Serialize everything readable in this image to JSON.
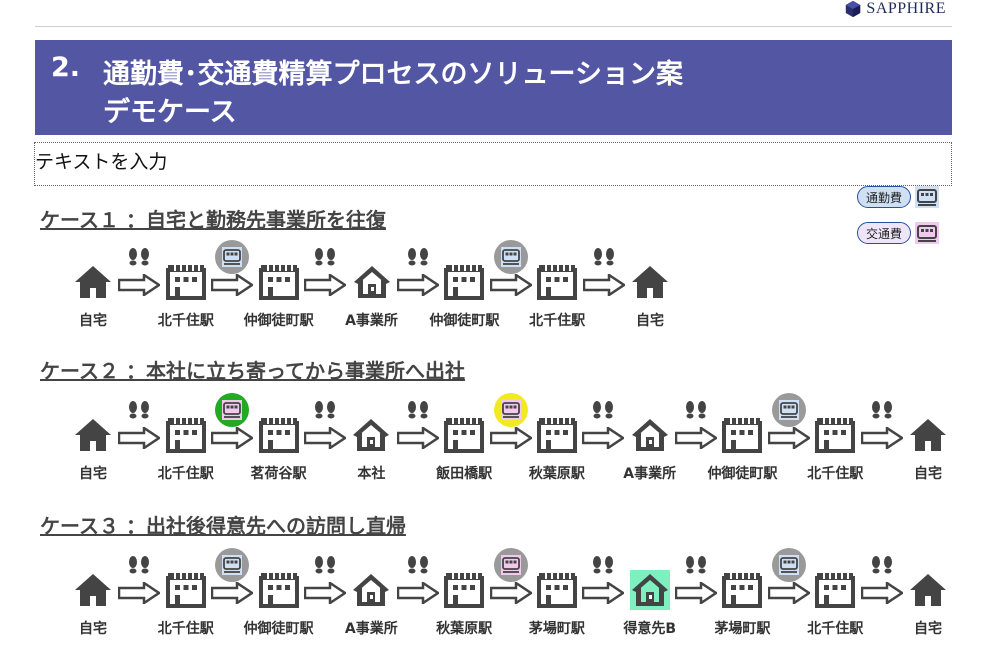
{
  "brand": {
    "name": "SAPPHIRE"
  },
  "banner": {
    "number": "2.",
    "title_line1": "通勤費･交通費精算プロセスのソリューション案",
    "title_line2": "デモケース"
  },
  "textbox": {
    "text": "テキストを入力"
  },
  "legend": [
    {
      "label": "通勤費",
      "fill": "#cfe0f5",
      "icon_bg": "#cfe0f5"
    },
    {
      "label": "交通費",
      "fill": "#eee6f8",
      "icon_bg": "#f1c8ee"
    }
  ],
  "colors": {
    "icon": "#444444",
    "banner": "#5356a3",
    "ring_gray": "#9a9a9a",
    "ring_green": "#22aa22",
    "ring_yellow": "#f2ea20",
    "commute_bg": "#cfe0f5",
    "travel_bg": "#f1c8ee",
    "client_bg": "#7ef0c0"
  },
  "cases": [
    {
      "heading": "ケース１ ：自宅と勤務先事業所を往復",
      "stops": [
        {
          "type": "house",
          "label": "自宅"
        },
        {
          "type": "station",
          "label": "北千住駅"
        },
        {
          "type": "station",
          "label": "仲御徒町駅"
        },
        {
          "type": "office",
          "label": "A事業所"
        },
        {
          "type": "station",
          "label": "仲御徒町駅"
        },
        {
          "type": "station",
          "label": "北千住駅"
        },
        {
          "type": "house",
          "label": "自宅"
        }
      ],
      "segments": [
        {
          "mode": "walk"
        },
        {
          "mode": "train",
          "fare": "commute",
          "ring": "gray"
        },
        {
          "mode": "walk"
        },
        {
          "mode": "walk"
        },
        {
          "mode": "train",
          "fare": "commute",
          "ring": "gray"
        },
        {
          "mode": "walk"
        }
      ]
    },
    {
      "heading": "ケース２ ：本社に立ち寄ってから事業所へ出社",
      "stops": [
        {
          "type": "house",
          "label": "自宅"
        },
        {
          "type": "station",
          "label": "北千住駅"
        },
        {
          "type": "station",
          "label": "茗荷谷駅"
        },
        {
          "type": "office",
          "label": "本社"
        },
        {
          "type": "station",
          "label": "飯田橋駅"
        },
        {
          "type": "station",
          "label": "秋葉原駅"
        },
        {
          "type": "office",
          "label": "A事業所"
        },
        {
          "type": "station",
          "label": "仲御徒町駅"
        },
        {
          "type": "station",
          "label": "北千住駅"
        },
        {
          "type": "house",
          "label": "自宅"
        }
      ],
      "segments": [
        {
          "mode": "walk"
        },
        {
          "mode": "train",
          "fare": "travel",
          "ring": "green"
        },
        {
          "mode": "walk"
        },
        {
          "mode": "walk"
        },
        {
          "mode": "train",
          "fare": "travel",
          "ring": "yellow"
        },
        {
          "mode": "walk"
        },
        {
          "mode": "walk"
        },
        {
          "mode": "train",
          "fare": "commute",
          "ring": "gray"
        },
        {
          "mode": "walk"
        }
      ]
    },
    {
      "heading": "ケース３ ：出社後得意先への訪問し直帰",
      "stops": [
        {
          "type": "house",
          "label": "自宅"
        },
        {
          "type": "station",
          "label": "北千住駅"
        },
        {
          "type": "station",
          "label": "仲御徒町駅"
        },
        {
          "type": "office",
          "label": "A事業所"
        },
        {
          "type": "station",
          "label": "秋葉原駅"
        },
        {
          "type": "station",
          "label": "茅場町駅"
        },
        {
          "type": "client",
          "label": "得意先B"
        },
        {
          "type": "station",
          "label": "茅場町駅"
        },
        {
          "type": "station",
          "label": "北千住駅"
        },
        {
          "type": "house",
          "label": "自宅"
        }
      ],
      "segments": [
        {
          "mode": "walk"
        },
        {
          "mode": "train",
          "fare": "commute",
          "ring": "gray"
        },
        {
          "mode": "walk"
        },
        {
          "mode": "walk"
        },
        {
          "mode": "train",
          "fare": "travel",
          "ring": "gray"
        },
        {
          "mode": "walk"
        },
        {
          "mode": "walk"
        },
        {
          "mode": "train",
          "fare": "commute",
          "ring": "gray"
        },
        {
          "mode": "walk"
        }
      ]
    }
  ]
}
